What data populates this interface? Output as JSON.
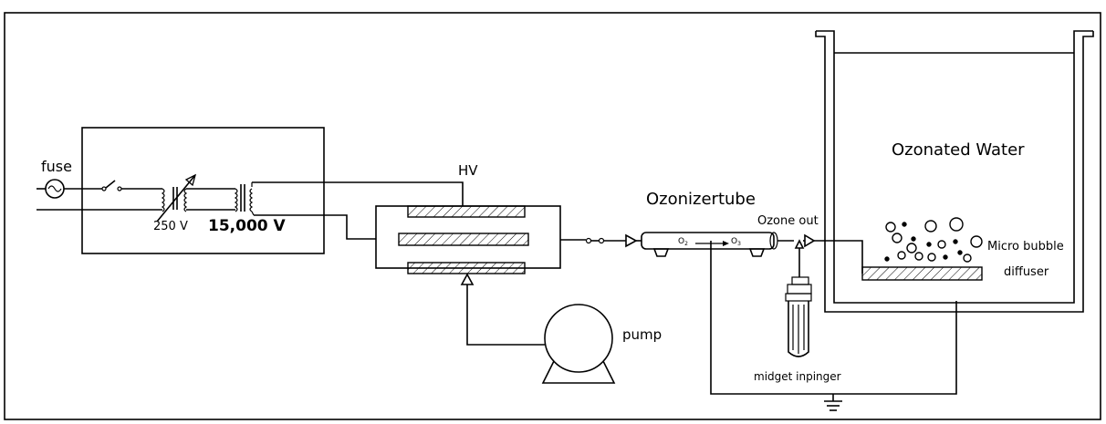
{
  "labels": {
    "fuse": "fuse",
    "v250": "250 V",
    "v15000": "15,000 V",
    "hv": "HV",
    "ozonizer": "Ozonizertube",
    "o2": "O",
    "o2_sub": "2",
    "o3": "O",
    "o3_sub": "3",
    "ozone_out": "Ozone out",
    "ozonated_water": "Ozonated Water",
    "micro_bubble": "Micro bubble",
    "diffuser": "diffuser",
    "pump": "pump",
    "midget_impinger": "midget inpinger"
  }
}
